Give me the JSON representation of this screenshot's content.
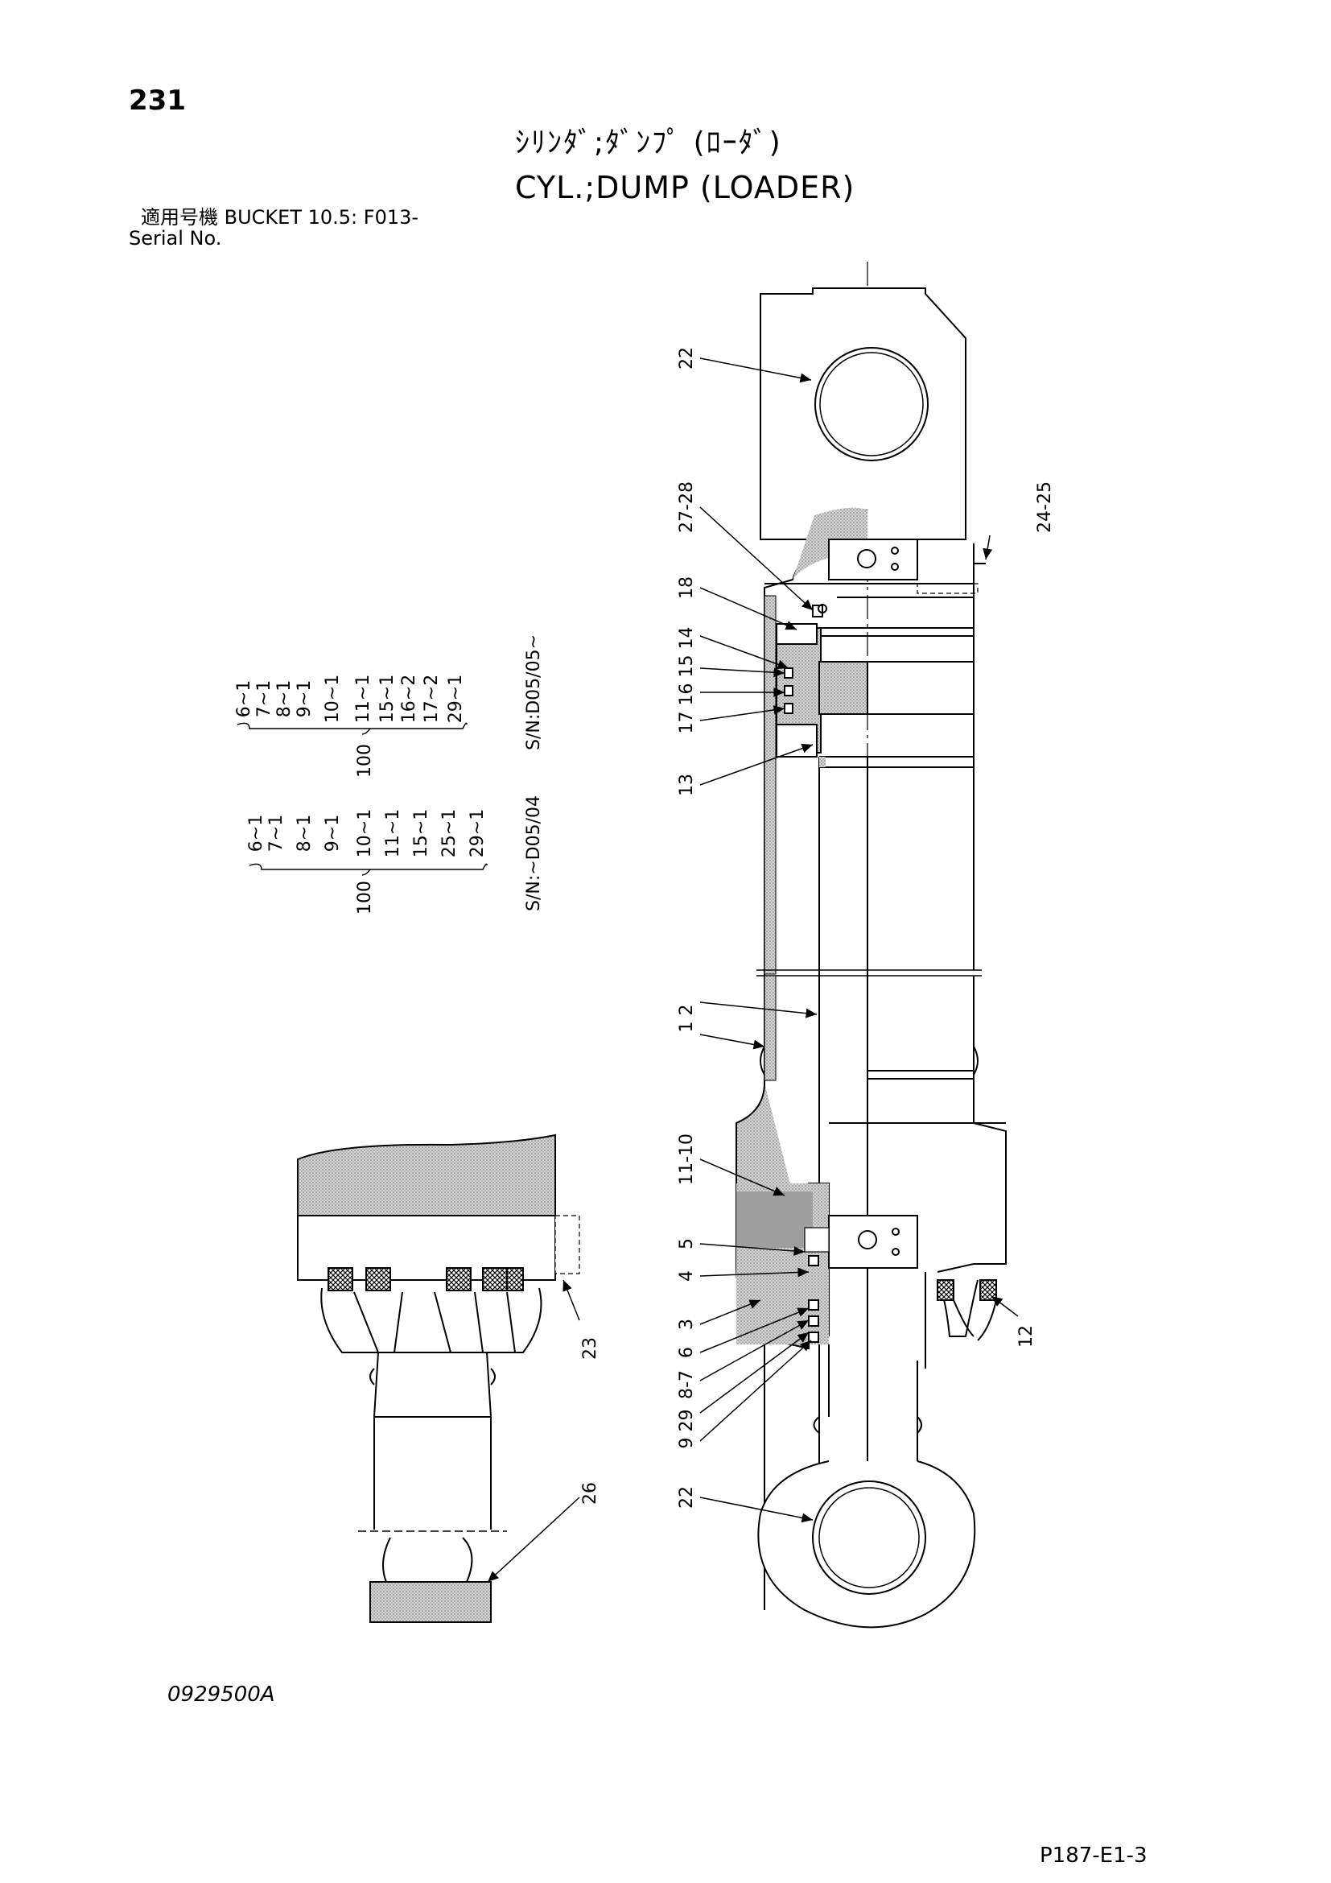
{
  "header": {
    "page_number": "231",
    "title_jp": "ｼﾘﾝﾀﾞ;ﾀﾞﾝﾌﾟ (ﾛｰﾀﾞ)",
    "title_en": "CYL.;DUMP (LOADER)",
    "model_label": "適用号機  BUCKET 10.5: F013-",
    "serial_label": "Serial No."
  },
  "callouts": {
    "c22_top": "22",
    "c27_28": "27-28",
    "c18": "18",
    "c15_14": "15 14",
    "c17_16": "17 16",
    "c13": "13",
    "c24_25": "24-25",
    "c1_2": "1 2",
    "c11_10": "11-10",
    "c5": "5",
    "c4": "4",
    "c3": "3",
    "c6": "6",
    "c8_7": "8-7",
    "c9_29": "9 29",
    "c22_bottom": "22",
    "c12": "12",
    "c23": "23",
    "c26": "26"
  },
  "kits": [
    {
      "kit_no": "100",
      "serial_range": "S/N:D05/05~",
      "items": [
        "6~1",
        "7~1",
        "8~1",
        "9~1",
        "10~1",
        "11~1",
        "15~1",
        "16~2",
        "17~2",
        "29~1"
      ]
    },
    {
      "kit_no": "100",
      "serial_range": "S/N:~D05/04",
      "items": [
        "6~1",
        "7~1",
        "8~1",
        "9~1",
        "10~1",
        "11~1",
        "15~1",
        "25~1",
        "29~1"
      ]
    }
  ],
  "footer": {
    "drawing_no": "0929500A",
    "page_code": "P187-E1-3"
  }
}
